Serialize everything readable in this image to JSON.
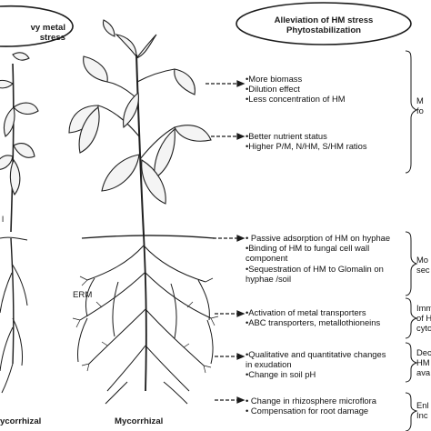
{
  "header": {
    "left_lines": [
      "vy metal",
      "stress"
    ],
    "right_lines": [
      "Alleviation  of HM stress",
      "Phytostabilization"
    ]
  },
  "groups": [
    {
      "lines": [
        "•More biomass",
        "•Dilution effect",
        "•Less concentration of  HM"
      ]
    },
    {
      "lines": [
        "•Better nutrient status",
        "•Higher P/M, N/HM, S/HM ratios"
      ]
    },
    {
      "lines": [
        "• Passive adsorption of HM on hyphae",
        "•Binding of HM to fungal cell wall",
        "  component",
        "•Sequestration of HM to Glomalin on",
        "  hyphae /soil"
      ]
    },
    {
      "lines": [
        "•Activation of metal transporters",
        "•ABC transporters, metallothioneins"
      ]
    },
    {
      "lines": [
        "•Qualitative and quantitative changes",
        "  in exudation",
        "•Change in soil pH"
      ]
    },
    {
      "lines": [
        "• Change in rhizosphere microflora",
        "• Compensation for root damage"
      ]
    }
  ],
  "right_edge": [
    [
      "M",
      "fo"
    ],
    [
      "Mo",
      "sec"
    ],
    [
      "Imm",
      "of H",
      "cyto"
    ],
    [
      "Dec",
      "HM",
      "ava"
    ],
    [
      "Enl",
      "Inc"
    ]
  ],
  "labels": {
    "erm": "ERM",
    "mycorrhizal": "Mycorrhizal",
    "left_bottom": "ycorrhizal",
    "left_fragment": "l"
  },
  "colors": {
    "ink": "#1a1a1a",
    "leaf_fill": "#f4f4f4",
    "leaf_stroke": "#1f1f1f"
  }
}
